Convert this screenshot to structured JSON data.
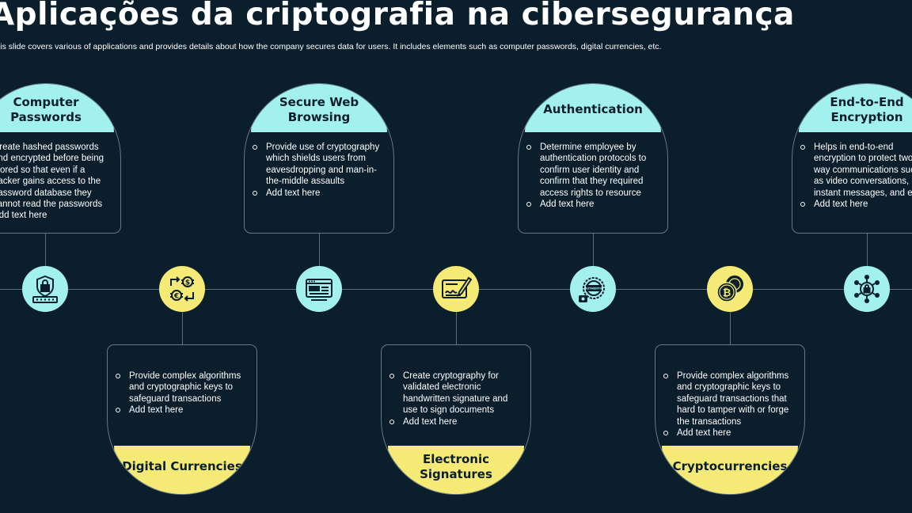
{
  "title": "Aplicações da criptografia na cibersegurança",
  "subtitle": "This slide covers various of applications and provides details about how the company secures data for users. It includes elements such as computer passwords, digital currencies, etc.",
  "cards": [
    {
      "title": "Computer Passwords",
      "points": [
        "Create hashed passwords and encrypted before being stored so that even if a hacker gains access to the password database they cannot read the passwords",
        "Add text here"
      ]
    },
    {
      "title": "Digital Currencies",
      "points": [
        "Provide complex algorithms and cryptographic keys to safeguard transactions",
        "Add text here"
      ]
    },
    {
      "title": "Secure Web Browsing",
      "points": [
        "Provide use of cryptography which shields users from eavesdropping and man-in-the-middle assaults",
        "Add text here"
      ]
    },
    {
      "title": "Electronic Signatures",
      "points": [
        "Create cryptography for validated electronic handwritten signature and use to sign documents",
        "Add text here"
      ]
    },
    {
      "title": "Authentication",
      "points": [
        "Determine employee by authentication protocols to confirm user identity and confirm that they required access rights to resource",
        "Add text here"
      ]
    },
    {
      "title": "Cryptocurrencies",
      "points": [
        "Provide complex algorithms and cryptographic keys to safeguard transactions that hard to tamper with or forge the transactions",
        "Add text here"
      ]
    },
    {
      "title": "End-to-End Encryption",
      "points": [
        "Helps in end-to-end encryption to protect two-way communications such as video conversations, instant messages, and email",
        "Add text here"
      ]
    }
  ],
  "icons": [
    {
      "name": "lock-password-icon",
      "color": "#a3f1ee"
    },
    {
      "name": "currency-exchange-icon",
      "color": "#f5ea75"
    },
    {
      "name": "web-browser-icon",
      "color": "#a3f1ee"
    },
    {
      "name": "signature-icon",
      "color": "#f5ea75"
    },
    {
      "name": "authentic-badge-icon",
      "color": "#a3f1ee"
    },
    {
      "name": "bitcoin-coins-icon",
      "color": "#f5ea75"
    },
    {
      "name": "encryption-network-icon",
      "color": "#a3f1ee"
    }
  ],
  "colors": {
    "background": "#0b1e2c",
    "teal": "#a3f1ee",
    "yellow": "#f5ea75",
    "line": "#5a6e7e"
  }
}
